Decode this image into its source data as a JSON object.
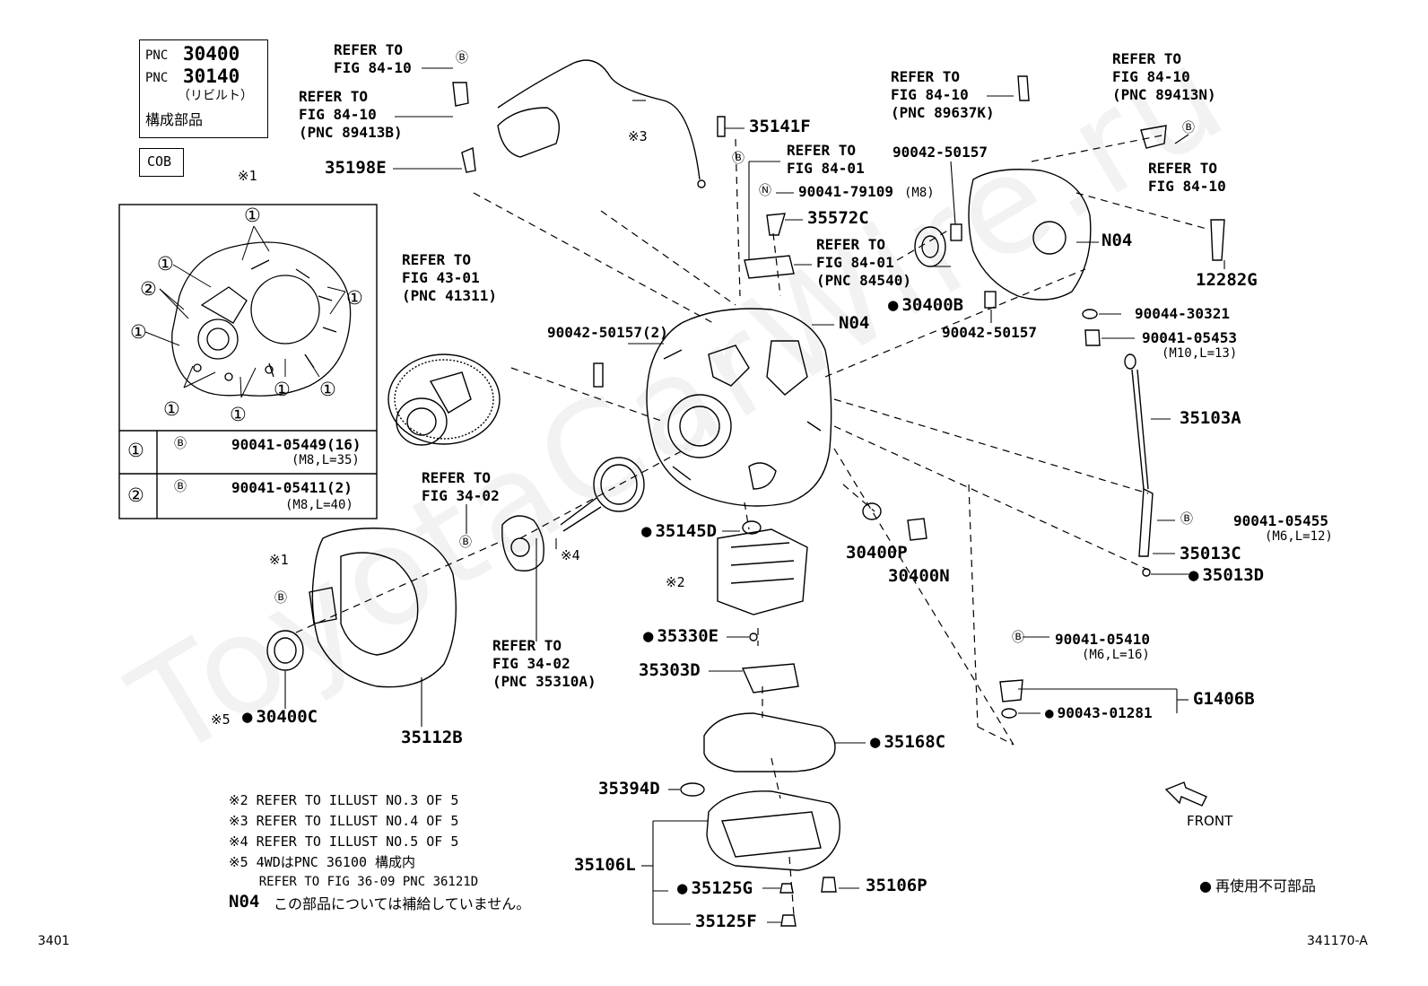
{
  "watermark": "ToyotaCarWire.ru",
  "header_box": {
    "line1_prefix": "PNC",
    "line1_value": "30400",
    "line2_prefix": "PNC",
    "line2_value": "30140",
    "line3": "（リビルト）",
    "line4": "構成部品"
  },
  "cob_label": "COB",
  "inset": {
    "title": "※1",
    "marker_1": "①",
    "marker_2": "②",
    "row1_marker": "①",
    "row1_b": "Ⓑ",
    "row1_part": "90041-05449(16)",
    "row1_spec": "(M8,L=35)",
    "row2_marker": "②",
    "row2_b": "Ⓑ",
    "row2_part": "90041-05411(2)",
    "row2_spec": "(M8,L=40)"
  },
  "callouts": {
    "ref_84_10_top_a": "REFER TO",
    "ref_84_10_top_b": "FIG 84-10",
    "ref_89413b_a": "REFER TO",
    "ref_89413b_b": "FIG 84-10",
    "ref_89413b_c": "(PNC 89413B)",
    "p35198e": "35198E",
    "star3": "※3",
    "p35141f": "35141F",
    "ref_84_01_a": "REFER TO",
    "ref_84_01_b": "FIG 84-01",
    "p90041_79109": "90041-79109",
    "p90041_79109_spec": "(M8)",
    "p35572c": "35572C",
    "ref_84540_a": "REFER TO",
    "ref_84540_b": "FIG 84-01",
    "ref_84540_c": "(PNC 84540)",
    "ref_89637k_a": "REFER TO",
    "ref_89637k_b": "FIG 84-10",
    "ref_89637k_c": "(PNC 89637K)",
    "p90042_50157_a": "90042-50157",
    "ref_89413n_a": "REFER TO",
    "ref_89413n_b": "FIG 84-10",
    "ref_89413n_c": "(PNC 89413N)",
    "ref_84_10_r_a": "REFER TO",
    "ref_84_10_r_b": "FIG 84-10",
    "n04_right": "N04",
    "p12282g": "12282G",
    "p30400b": "30400B",
    "p90042_50157_b": "90042-50157",
    "p90044_30321": "90044-30321",
    "p90041_05453": "90041-05453",
    "p90041_05453_spec": "(M10,L=13)",
    "ref_41311_a": "REFER TO",
    "ref_41311_b": "FIG 43-01",
    "ref_41311_c": "(PNC 41311)",
    "p90042_50157_2": "90042-50157(2)",
    "n04_center": "N04",
    "p35103a": "35103A",
    "ref_34_02_a": "REFER TO",
    "ref_34_02_b": "FIG 34-02",
    "star4": "※4",
    "p35145d": "35145D",
    "p30400p": "30400P",
    "p30400n": "30400N",
    "p90041_05455": "90041-05455",
    "p90041_05455_spec": "(M6,L=12)",
    "p35013c": "35013C",
    "p35013d": "35013D",
    "star1": "※1",
    "star2": "※2",
    "ref_35310a_a": "REFER TO",
    "ref_35310a_b": "FIG 34-02",
    "ref_35310a_c": "(PNC 35310A)",
    "p35330e": "35330E",
    "p35303d": "35303D",
    "p90041_05410": "90041-05410",
    "p90041_05410_spec": "(M6,L=16)",
    "pg1406b": "G1406B",
    "p90043_01281": "90043-01281",
    "star5": "※5",
    "p30400c": "30400C",
    "p35112b": "35112B",
    "p35168c": "35168C",
    "p35394d": "35394D",
    "front": "FRONT",
    "p35106l": "35106L",
    "p35125g": "35125G",
    "p35106p": "35106P",
    "p35125f": "35125F",
    "b_marker": "Ⓑ",
    "n_marker": "Ⓝ"
  },
  "notes": [
    "※2 REFER TO ILLUST NO.3 OF 5",
    "※3 REFER TO ILLUST NO.4 OF 5",
    "※4 REFER TO ILLUST NO.5 OF 5",
    "※5 4WDはPNC 36100 構成内",
    "    REFER TO FIG 36-09 PNC 36121D"
  ],
  "n04_note": {
    "code": "N04",
    "text": "この部品については補給していません。"
  },
  "legend": "再使用不可部品",
  "page_left": "3401",
  "page_right": "341170-A"
}
